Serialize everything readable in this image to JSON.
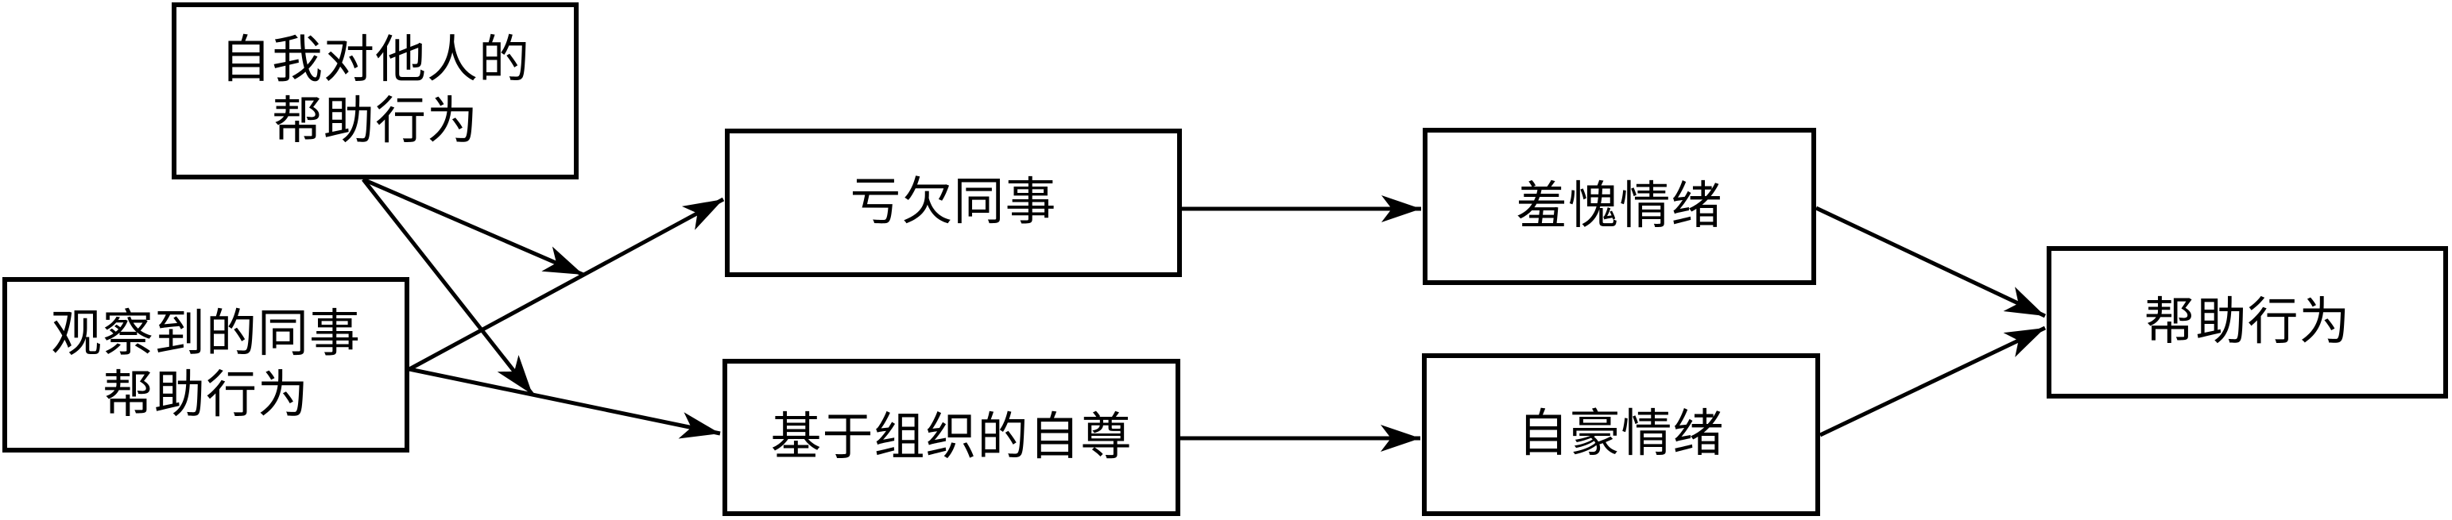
{
  "diagram": {
    "background_color": "#ffffff",
    "line_color": "#000000",
    "box_border_color": "#000000",
    "nodes": {
      "self_helping": {
        "label": "自我对他人的\n帮助行为"
      },
      "observed_helping": {
        "label": "观察到的同事\n帮助行为"
      },
      "indebtedness": {
        "label": "亏欠同事"
      },
      "organization_based_self_esteem": {
        "label": "基于组织的自尊"
      },
      "shame": {
        "label": "羞愧情绪"
      },
      "pride": {
        "label": "自豪情绪"
      },
      "helping": {
        "label": "帮助行为"
      }
    },
    "edges": [
      {
        "from": "observed_helping",
        "to": "indebtedness",
        "type": "direct"
      },
      {
        "from": "observed_helping",
        "to": "organization_based_self_esteem",
        "type": "direct"
      },
      {
        "from": "self_helping",
        "to_path": "observed_helping->indebtedness",
        "type": "moderation"
      },
      {
        "from": "self_helping",
        "to_path": "observed_helping->organization_based_self_esteem",
        "type": "moderation"
      },
      {
        "from": "indebtedness",
        "to": "shame",
        "type": "direct"
      },
      {
        "from": "organization_based_self_esteem",
        "to": "pride",
        "type": "direct"
      },
      {
        "from": "shame",
        "to": "helping",
        "type": "direct"
      },
      {
        "from": "pride",
        "to": "helping",
        "type": "direct"
      }
    ]
  }
}
